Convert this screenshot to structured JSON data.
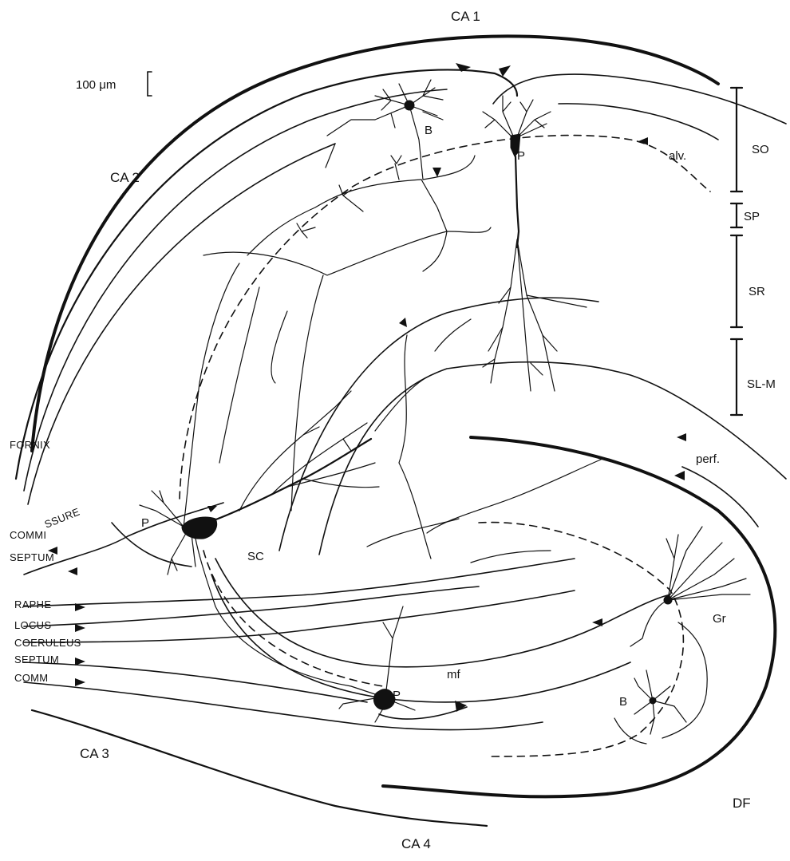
{
  "regions": {
    "ca1": "CA 1",
    "ca2": "CA 2",
    "ca3": "CA 3",
    "ca4": "CA 4",
    "df": "DF"
  },
  "scale_bar": {
    "label": "100 μm"
  },
  "layers": {
    "so": "SO",
    "sp": "SP",
    "sr": "SR",
    "slm": "SL-M"
  },
  "cells": {
    "basket_ca1": "B",
    "pyramidal_ca1": "P",
    "pyramidal_ca3": "P",
    "pyramidal_ca4": "P",
    "granule": "Gr",
    "basket_df": "B"
  },
  "pathways": {
    "alveus": "alv.",
    "perforant": "perf.",
    "schaffer": "SC",
    "mossy_fibers": "mf"
  },
  "inputs_left": {
    "fornix": "FORNIX",
    "commissure_a": "COMMI",
    "commissure_b": "SSURE",
    "septum_top": "SEPTUM",
    "raphe": "RAPHE",
    "locus": "LOCUS",
    "coeruleus": "COERULEUS",
    "septum_bottom": "SEPTUM",
    "comm": "COMM"
  }
}
